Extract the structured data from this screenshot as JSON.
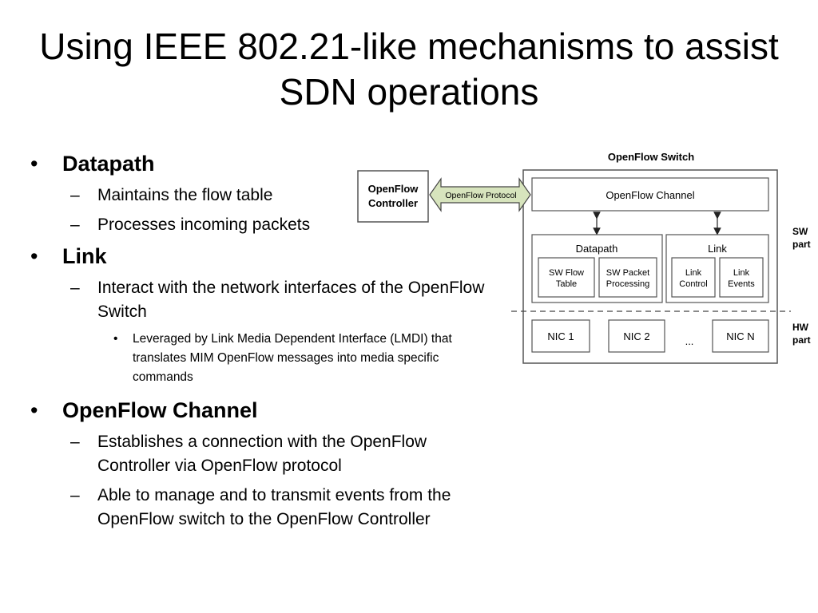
{
  "slide": {
    "title": "Using IEEE 802.21-like mechanisms to assist SDN operations"
  },
  "bullets": [
    {
      "label": "Datapath",
      "children": [
        {
          "text": "Maintains the flow table"
        },
        {
          "text": "Processes incoming packets"
        }
      ]
    },
    {
      "label": "Link",
      "children": [
        {
          "text": "Interact with the network interfaces of the OpenFlow Switch",
          "children": [
            {
              "text": "Leveraged by Link Media Dependent Interface (LMDI) that translates MIM OpenFlow messages into media specific commands"
            }
          ]
        }
      ]
    },
    {
      "label": "OpenFlow Channel",
      "children": [
        {
          "text": "Establishes a connection with the OpenFlow Controller via OpenFlow protocol"
        },
        {
          "text": "Able to manage and to transmit events from the OpenFlow switch to the OpenFlow Controller"
        }
      ]
    }
  ],
  "markers": {
    "level1": "•",
    "level2": "–",
    "level3": "•"
  },
  "diagram": {
    "switch_title": "OpenFlow Switch",
    "controller_line1": "OpenFlow",
    "controller_line2": "Controller",
    "protocol_label": "OpenFlow Protocol",
    "channel_label": "OpenFlow Channel",
    "datapath_label": "Datapath",
    "link_label": "Link",
    "sw_flow_line1": "SW Flow",
    "sw_flow_line2": "Table",
    "sw_packet_line1": "SW Packet",
    "sw_packet_line2": "Processing",
    "link_control_line1": "Link",
    "link_control_line2": "Control",
    "link_events_line1": "Link",
    "link_events_line2": "Events",
    "nic1": "NIC 1",
    "nic2": "NIC 2",
    "ellipsis": "...",
    "nicn": "NIC N",
    "sw_part_line1": "SW",
    "sw_part_line2": "part",
    "hw_part_line1": "HW",
    "hw_part_line2": "part",
    "colors": {
      "protocol_arrow_fill": "#d7e4bd",
      "box_stroke": "#555555"
    }
  }
}
